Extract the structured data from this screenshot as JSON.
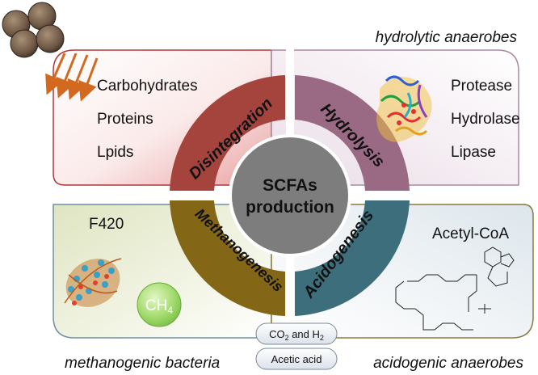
{
  "center": {
    "line1": "SCFAs",
    "line2": "production"
  },
  "stages": {
    "disintegration": "Disintegration",
    "hydrolysis": "Hydrolysis",
    "methanogenesis": "Methanogenesis",
    "acidogenesis": "Acidogenesis"
  },
  "quadrants": {
    "top_left": {
      "items": [
        "Carbohydrates",
        "Proteins",
        "Lpids"
      ]
    },
    "top_right": {
      "caption": "hydrolytic anaerobes",
      "items": [
        "Protease",
        "Hydrolase",
        "Lipase"
      ]
    },
    "bottom_left": {
      "title": "F420",
      "bubble_main": "CH",
      "bubble_sub": "4",
      "caption": "methanogenic bacteria"
    },
    "bottom_right": {
      "title": "Acetyl-CoA",
      "caption": "acidogenic anaerobes"
    }
  },
  "pills": {
    "co2_main": "CO",
    "co2_sub": "2",
    "co2_and": " and H",
    "h2_sub": "2",
    "acetic": "Acetic acid"
  },
  "colors": {
    "disintegration": "#a4443c",
    "hydrolysis": "#9a6a85",
    "methanogenesis": "#846617",
    "acidogenesis": "#3d6e7c",
    "center": "#7d7d7d",
    "quad_tl_border": "#b0383a",
    "quad_tr_border": "#a88aa0",
    "quad_bl_border": "#6e8fa6",
    "quad_br_border": "#8a7a3c"
  }
}
